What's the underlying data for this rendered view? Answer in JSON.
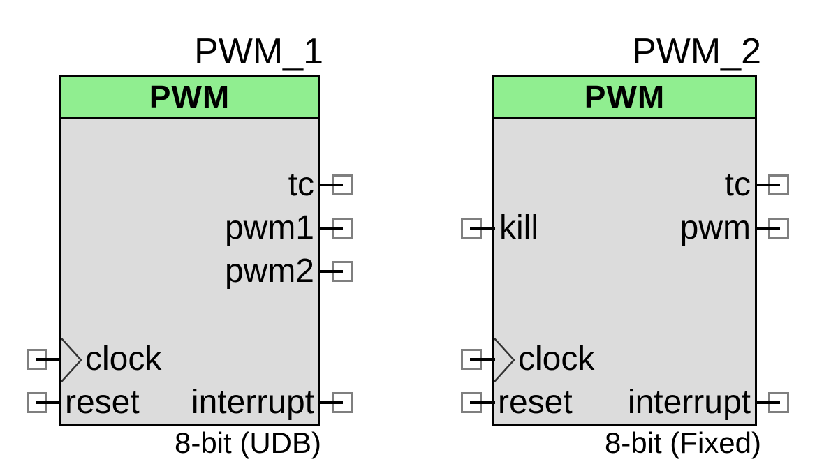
{
  "colors": {
    "header_fill": "#90EE90",
    "body_fill": "#DCDCDC",
    "outline": "#000000",
    "terminal_stroke": "#7F7F7F",
    "terminal_fill": "#FFFFFF",
    "wire": "#000000",
    "chevron_stroke": "#333333",
    "background": "#FFFFFF"
  },
  "components": [
    {
      "title": "PWM_1",
      "header_label": "PWM",
      "caption": "8-bit (UDB)",
      "pins": {
        "tc": "tc",
        "pwm1": "pwm1",
        "pwm2": "pwm2",
        "clock": "clock",
        "reset": "reset",
        "interrupt": "interrupt"
      }
    },
    {
      "title": "PWM_2",
      "header_label": "PWM",
      "caption": "8-bit (Fixed)",
      "pins": {
        "tc": "tc",
        "pwm": "pwm",
        "kill": "kill",
        "clock": "clock",
        "reset": "reset",
        "interrupt": "interrupt"
      }
    }
  ]
}
